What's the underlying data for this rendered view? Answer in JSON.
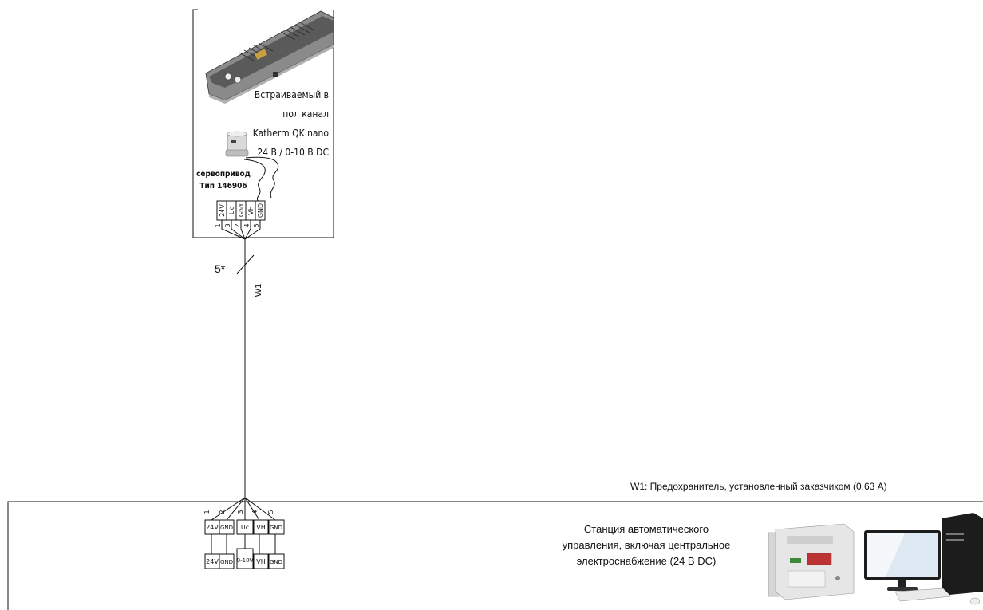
{
  "device": {
    "caption_lines": [
      "Встраиваемый в",
      "пол канал",
      "Katherm QK nano",
      "24 В / 0-10 В DC"
    ],
    "actuator_label_lines": [
      "сервопривод",
      "Тип 146906"
    ],
    "terminals": [
      {
        "label": "24V",
        "number": "1"
      },
      {
        "label": "Uc",
        "number": "3"
      },
      {
        "label": "Gnd",
        "number": "2"
      },
      {
        "label": "VH",
        "number": "4"
      },
      {
        "label": "GND",
        "number": "5"
      }
    ]
  },
  "cable": {
    "count": "5*",
    "name": "W1"
  },
  "control": {
    "footnote": "W1: Предохранитель, установленный заказчиком (0,63 A)",
    "station_lines": [
      "Станция автоматического",
      "управления, включая центральное",
      "электроснабжение (24 В DC)"
    ],
    "terminals": [
      {
        "number": "1",
        "top": "24V",
        "bottom": "24V"
      },
      {
        "number": "2",
        "top": "GND",
        "bottom": "GND"
      },
      {
        "number": "3",
        "top": "Uc",
        "bottom": "0-10V"
      },
      {
        "number": "4",
        "top": "VH",
        "bottom": "VH"
      },
      {
        "number": "5",
        "top": "GND",
        "bottom": "GND"
      }
    ]
  },
  "colors": {
    "line": "#111111",
    "metal_dark": "#4a4a4a",
    "metal_light": "#cfcfcf",
    "psu_green": "#3a8a3a",
    "screen_blue": "#9ec3e6"
  }
}
